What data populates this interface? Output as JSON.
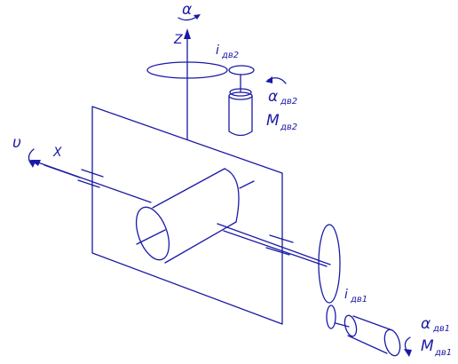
{
  "diagram": {
    "line_color": "#1a1aa6",
    "background": "#ffffff",
    "labels": {
      "axis_z": "Z",
      "axis_x": "X",
      "rot_alpha": "α",
      "rot_v": "υ",
      "i2_main": "i",
      "i2_sub": "дв2",
      "alpha2_main": "α",
      "alpha2_sub": "дв2",
      "m2_main": "M",
      "m2_sub": "дв2",
      "i1_main": "i",
      "i1_sub": "дв1",
      "alpha1_main": "α",
      "alpha1_sub": "дв1",
      "m1_main": "M",
      "m1_sub": "дв1"
    }
  }
}
